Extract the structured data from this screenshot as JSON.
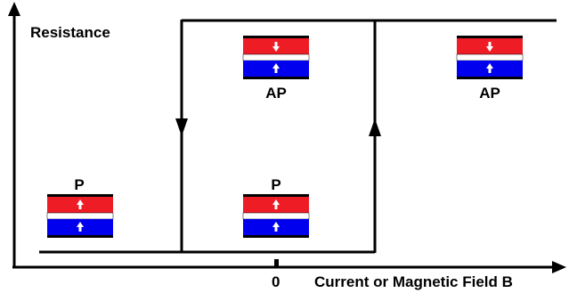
{
  "axes": {
    "y_label": "Resistance",
    "x_label": "Current or Magnetic Field B",
    "origin_tick_label": "0"
  },
  "states": {
    "parallel": {
      "label": "P",
      "top_layer_arrow": "up",
      "bottom_layer_arrow": "up"
    },
    "antiparallel": {
      "label": "AP",
      "top_layer_arrow": "down",
      "bottom_layer_arrow": "up"
    }
  },
  "branches": {
    "descending_arrow": "down-arrow-icon",
    "ascending_arrow": "up-arrow-icon"
  },
  "colors": {
    "top_layer": "#ee1c25",
    "bottom_layer": "#0000ee",
    "spacer": "#ffffff",
    "cap": "#000000",
    "line": "#000000",
    "moment_arrow": "#ffffff"
  }
}
